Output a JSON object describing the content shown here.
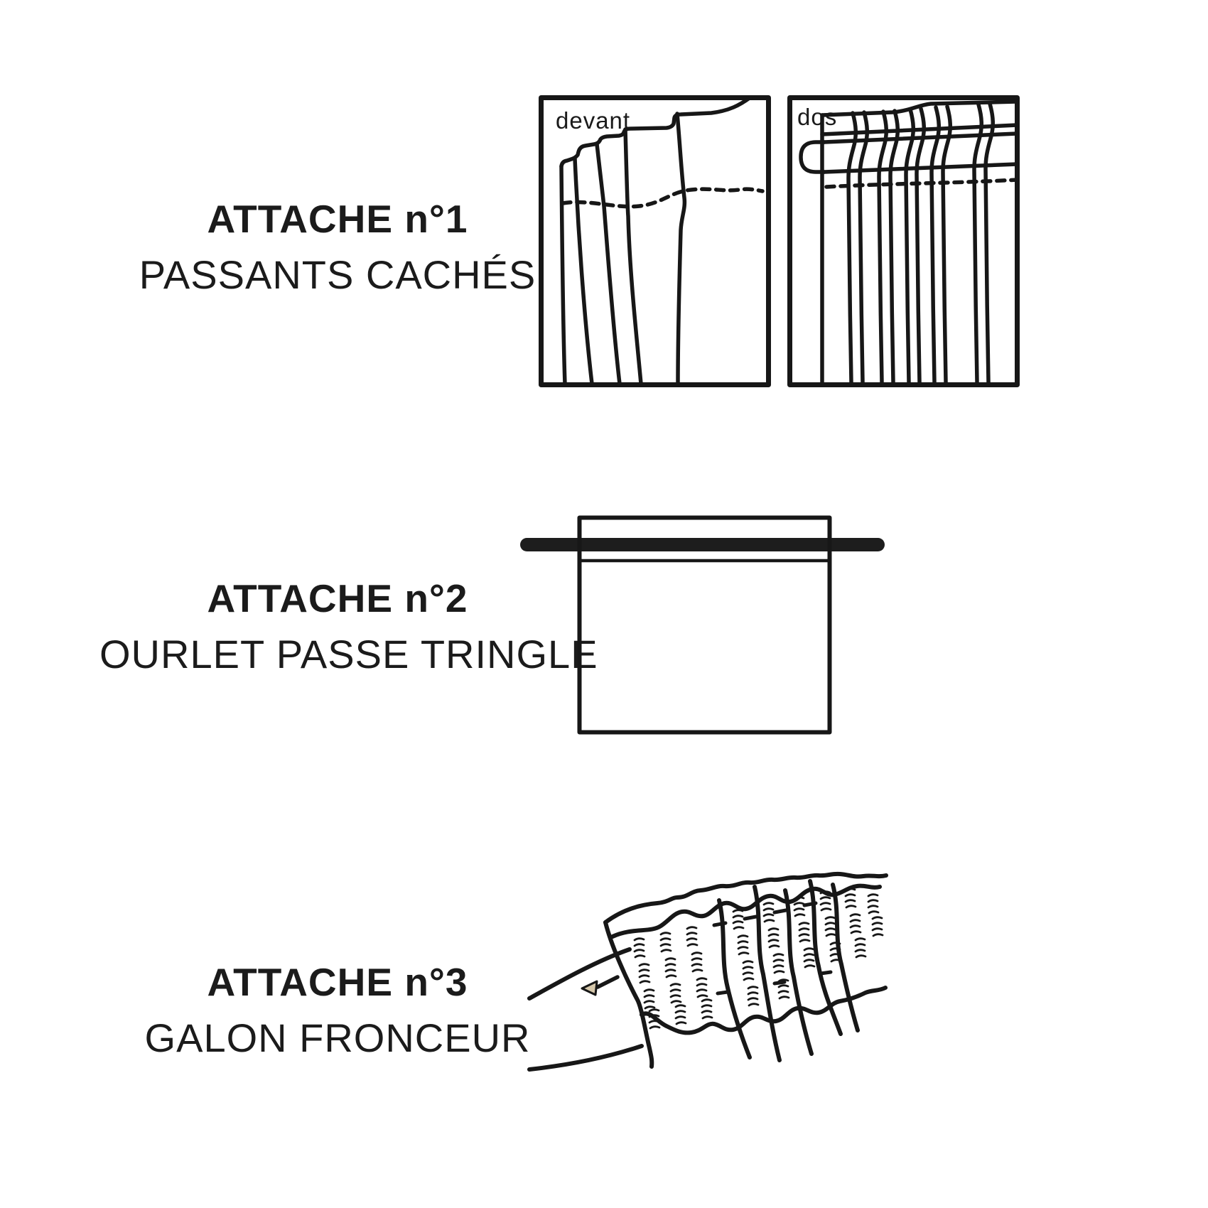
{
  "document_kind": "curtain attachment instruction diagram",
  "colors": {
    "background": "#ffffff",
    "ink": "#171717",
    "arrow_fill": "#d6c8ab"
  },
  "sections": [
    {
      "title": "ATTACHE n°1",
      "subtitle": "PASSANTS CACHÉS",
      "panel_labels": {
        "front": "devant",
        "back": "dos"
      }
    },
    {
      "title": "ATTACHE n°2",
      "subtitle": "OURLET PASSE TRINGLE"
    },
    {
      "title": "ATTACHE n°3",
      "subtitle": "GALON FRONCEUR"
    }
  ]
}
